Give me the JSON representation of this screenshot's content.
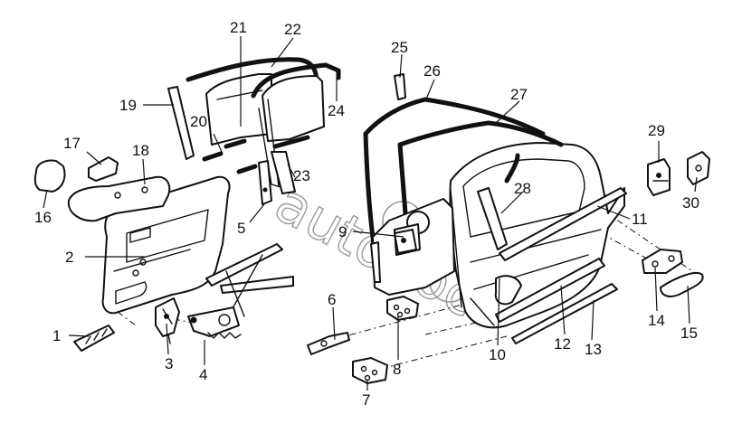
{
  "callouts": [
    {
      "id": "1",
      "label": "1"
    },
    {
      "id": "2",
      "label": "2"
    },
    {
      "id": "3",
      "label": "3"
    },
    {
      "id": "4",
      "label": "4"
    },
    {
      "id": "5",
      "label": "5"
    },
    {
      "id": "6",
      "label": "6"
    },
    {
      "id": "7",
      "label": "7"
    },
    {
      "id": "8",
      "label": "8"
    },
    {
      "id": "9",
      "label": "9"
    },
    {
      "id": "10",
      "label": "10"
    },
    {
      "id": "11",
      "label": "11"
    },
    {
      "id": "12",
      "label": "12"
    },
    {
      "id": "13",
      "label": "13"
    },
    {
      "id": "14",
      "label": "14"
    },
    {
      "id": "15",
      "label": "15"
    },
    {
      "id": "16",
      "label": "16"
    },
    {
      "id": "17",
      "label": "17"
    },
    {
      "id": "18",
      "label": "18"
    },
    {
      "id": "19",
      "label": "19"
    },
    {
      "id": "20",
      "label": "20"
    },
    {
      "id": "21",
      "label": "21"
    },
    {
      "id": "22",
      "label": "22"
    },
    {
      "id": "23",
      "label": "23"
    },
    {
      "id": "24",
      "label": "24"
    },
    {
      "id": "25",
      "label": "25"
    },
    {
      "id": "26",
      "label": "26"
    },
    {
      "id": "27",
      "label": "27"
    },
    {
      "id": "28",
      "label": "28"
    },
    {
      "id": "29",
      "label": "29"
    },
    {
      "id": "30",
      "label": "30"
    }
  ],
  "watermark": {
    "text": "autodoc"
  }
}
